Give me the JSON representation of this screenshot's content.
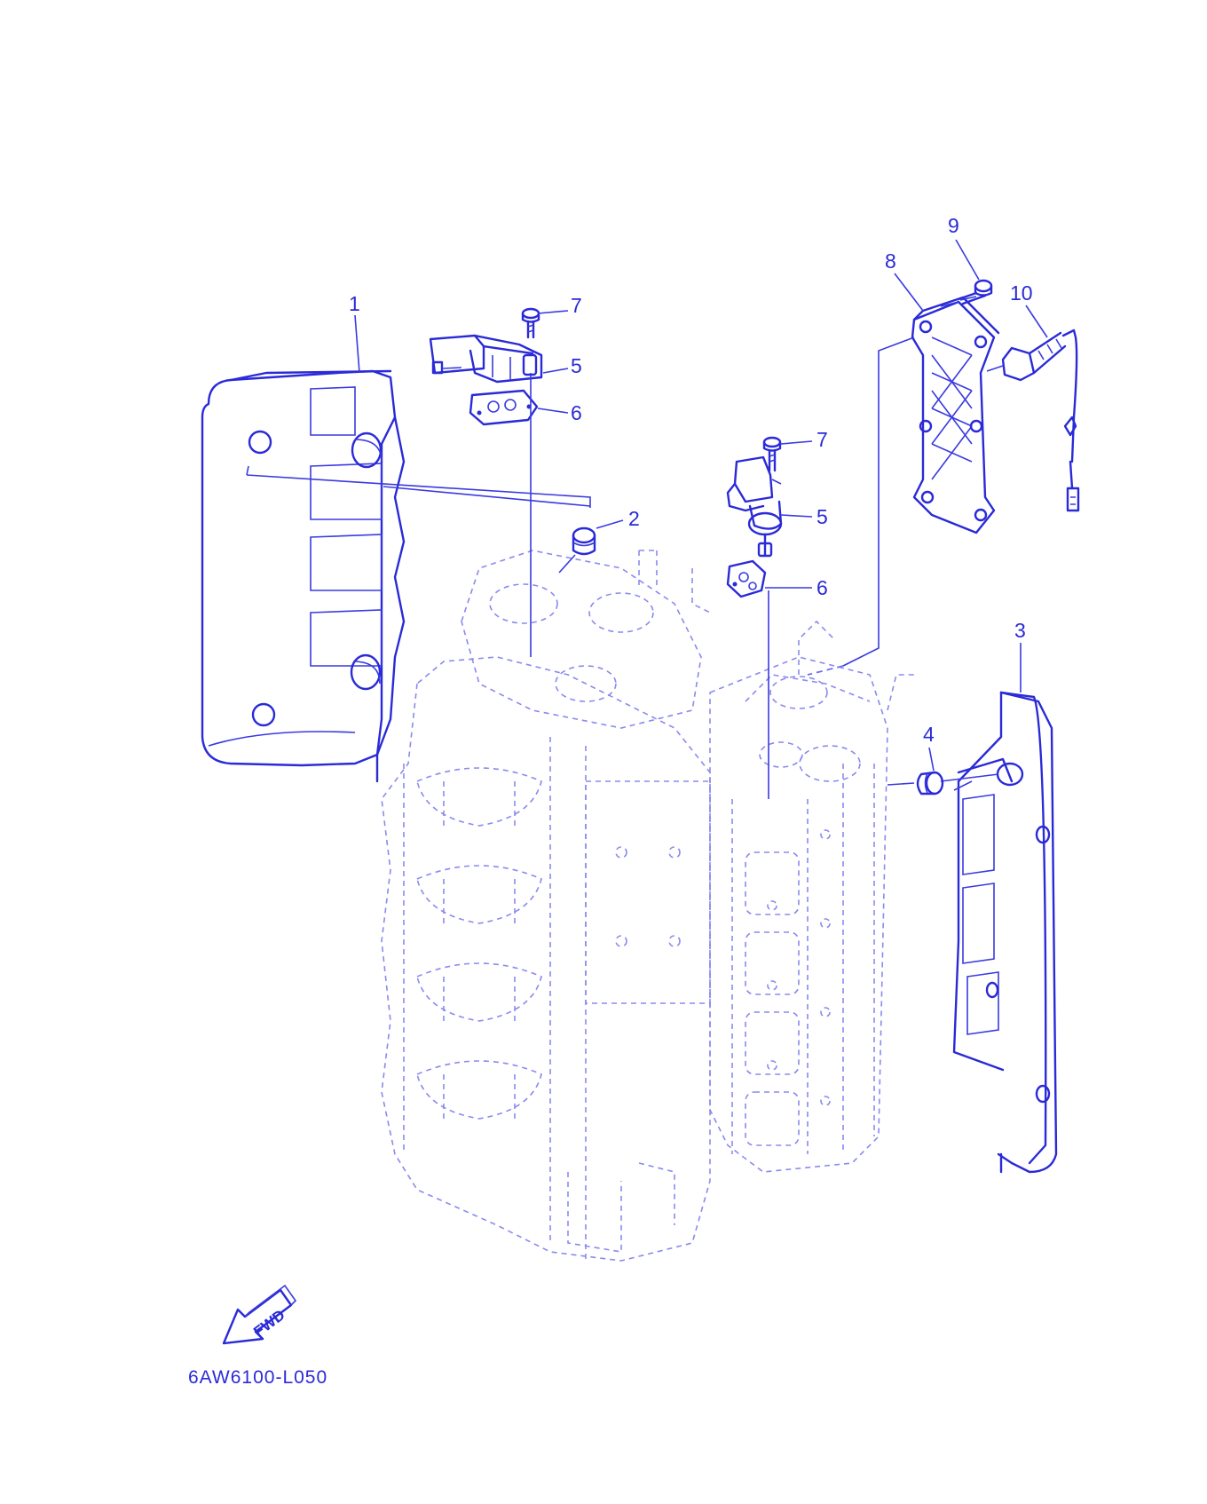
{
  "callouts": [
    "1",
    "2",
    "3",
    "4",
    "5",
    "6",
    "7",
    "8",
    "9",
    "10"
  ],
  "diagram_code": "6AW6100-L050",
  "fwd_label": "FWD",
  "colors": {
    "line": "#2a2ad8",
    "faint": "#8a8aee",
    "background": "#ffffff"
  },
  "icons": [
    "fwd-arrow-icon"
  ]
}
